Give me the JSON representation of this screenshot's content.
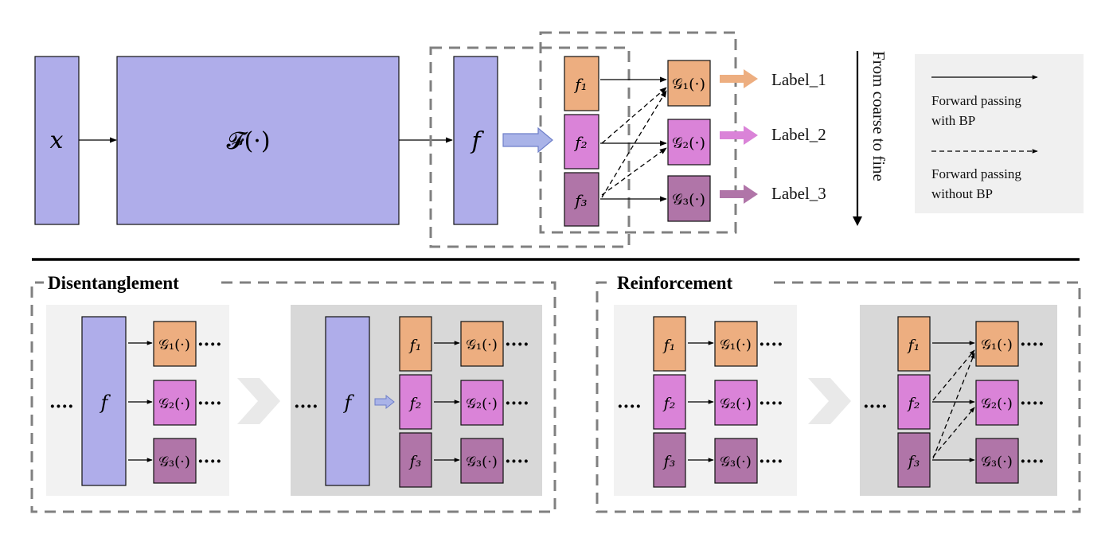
{
  "colors": {
    "purple": "#afadea",
    "orange": "#edae80",
    "pink": "#da83d8",
    "mauve": "#b075a8",
    "panel_light": "#f2f2f2",
    "panel_dark": "#d8d8d8",
    "dash": "#808080"
  },
  "top": {
    "input_label": "x",
    "backbone_label": "𝓕(·)",
    "feature_label": "f",
    "sub_features": [
      "f₁",
      "f₂",
      "f₃"
    ],
    "heads": [
      "𝒢₁(·)",
      "𝒢₂(·)",
      "𝒢₃(·)"
    ],
    "labels": [
      "Label_1",
      "Label_2",
      "Label_3"
    ],
    "coarse_to_fine": "From coarse to fine"
  },
  "legend": {
    "solid_line1": "Forward passing",
    "solid_line2": "with BP",
    "dashed_line1": "Forward passing",
    "dashed_line2": "without BP"
  },
  "sections": {
    "disentanglement": "Disentanglement",
    "reinforcement": "Reinforcement"
  },
  "bottom": {
    "ellipsis": "····",
    "feature_label": "f",
    "sub_features": [
      "f₁",
      "f₂",
      "f₃"
    ],
    "heads": [
      "𝒢₁(·)",
      "𝒢₂(·)",
      "𝒢₃(·)"
    ]
  }
}
